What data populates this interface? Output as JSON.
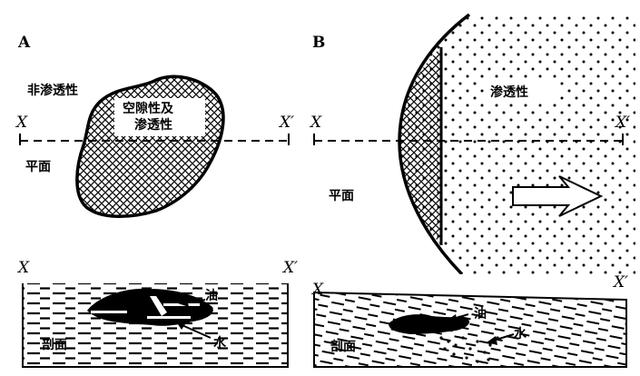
{
  "panel_a": {
    "letter": "A",
    "impermeable": "非渗透性",
    "porous_line1": "空隙性及",
    "porous_line2": "渗透性",
    "plan": "平面",
    "section": "剖面",
    "oil": "油",
    "water": "水",
    "x_left": "X",
    "x_right": "X′",
    "sec_x_left": "X",
    "sec_x_right": "X′"
  },
  "panel_b": {
    "letter": "B",
    "permeable": "渗透性",
    "plan": "平面",
    "section": "剖面",
    "oil": "油",
    "water": "水",
    "x_left": "X",
    "x_right": "X′",
    "sec_x_left": "X",
    "sec_x_right": "X′"
  }
}
